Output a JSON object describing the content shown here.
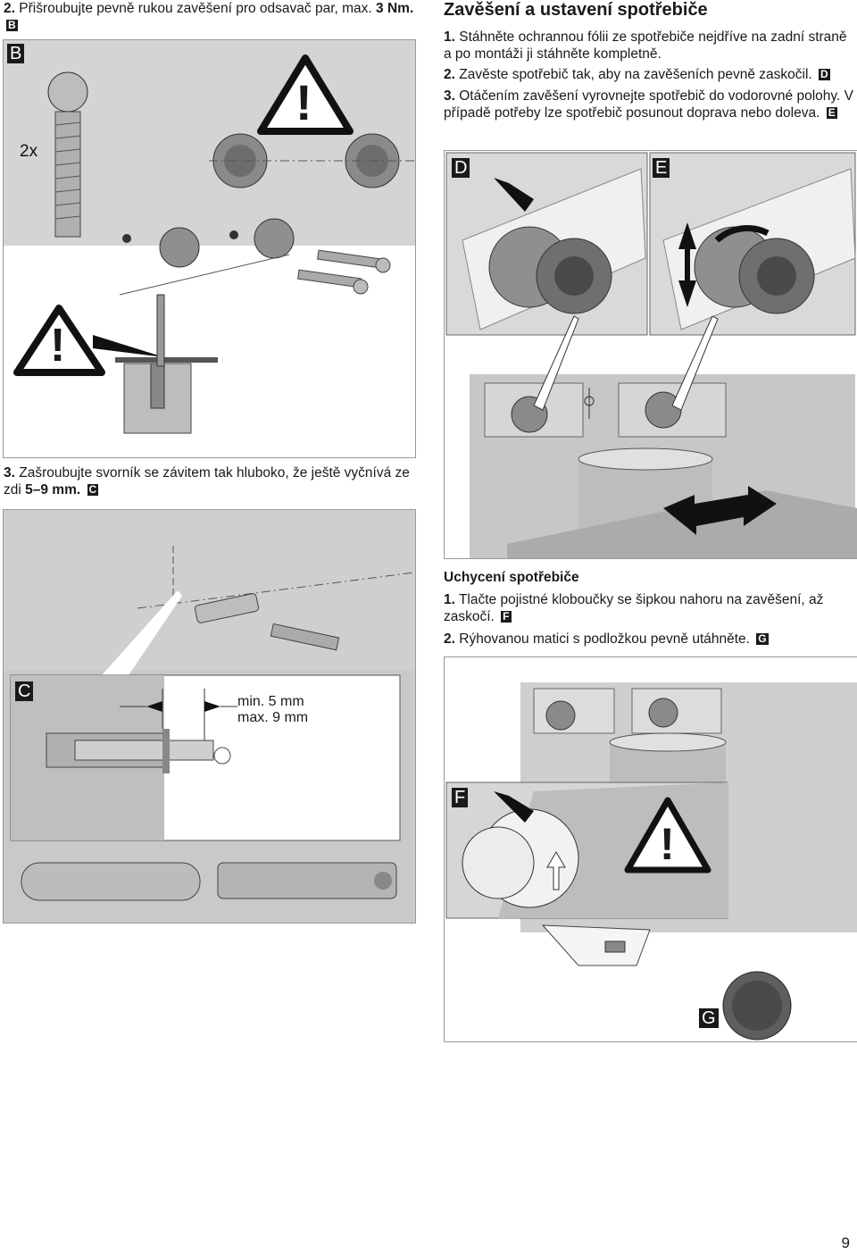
{
  "left": {
    "step2": {
      "num": "2.",
      "text": "Přišroubujte pevně rukou zavěšení pro odsavač par, max.",
      "bold": "3 Nm.",
      "ref": "B"
    },
    "figB": {
      "label": "B",
      "count": "2x"
    },
    "step3": {
      "num": "3.",
      "text": "Zašroubujte svorník se závitem tak hluboko, že ještě vyčnívá ze zdi",
      "bold": "5–9 mm.",
      "ref": "C"
    },
    "figC": {
      "label": "C",
      "min": "min. 5 mm",
      "max": "max. 9 mm"
    }
  },
  "right": {
    "title": "Zavěšení a ustavení spotřebiče",
    "steps": [
      {
        "num": "1.",
        "text": "Stáhněte ochrannou fólii ze spotřebiče nejdříve na zadní straně a po montáži ji stáhněte kompletně.",
        "ref": ""
      },
      {
        "num": "2.",
        "text": "Zavěste spotřebič tak, aby na zavěšeních pevně zaskočil.",
        "ref": "D"
      },
      {
        "num": "3.",
        "text": "Otáčením zavěšení vyrovnejte spotřebič do vodorovné polohy. V případě potřeby lze spotřebič posunout doprava nebo doleva.",
        "ref": "E"
      }
    ],
    "figD": {
      "label": "D"
    },
    "figE": {
      "label": "E"
    },
    "subtitle": "Uchycení spotřebiče",
    "steps2": [
      {
        "num": "1.",
        "text": "Tlačte pojistné kloboučky se šipkou nahoru na zavěšení, až zaskočí.",
        "ref": "F"
      },
      {
        "num": "2.",
        "text": "Rýhovanou matici s podložkou pevně utáhněte.",
        "ref": "G"
      }
    ],
    "figF": {
      "label": "F"
    },
    "figG": {
      "label": "G"
    }
  },
  "page_number": "9",
  "colors": {
    "panel_gray": "#c9c9c9",
    "panel_dark": "#9e9e9e",
    "ink": "#1a1a1a"
  }
}
